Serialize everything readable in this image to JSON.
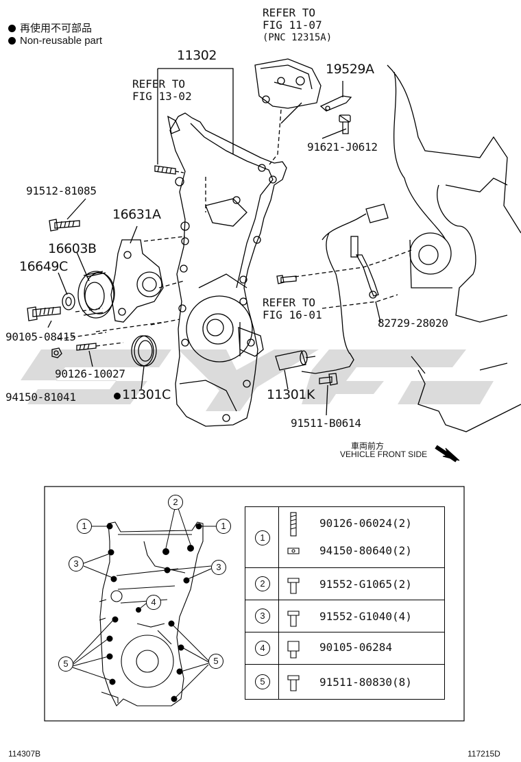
{
  "legend": {
    "line1": "再使用不可部品",
    "line2": "Non-reusable part"
  },
  "callouts": {
    "p11302": "11302",
    "refer_11_07_a": "REFER TO",
    "refer_11_07_b": "FIG 11-07",
    "refer_11_07_c": "(PNC 12315A)",
    "refer_13_02_a": "REFER TO",
    "refer_13_02_b": "FIG 13-02",
    "p19529A": "19529A",
    "p91621": "91621-J0612",
    "p91512": "91512-81085",
    "p16631A": "16631A",
    "p16603B": "16603B",
    "p16649C": "16649C",
    "refer_16_01_a": "REFER TO",
    "refer_16_01_b": "FIG 16-01",
    "p82729": "82729-28020",
    "p90105": "90105-08415",
    "p90126": "90126-10027",
    "p94150": "94150-81041",
    "p11301C": "11301C",
    "p11301K": "11301K",
    "p91511": "91511-B0614",
    "front_jp": "車両前方",
    "front_en": "VEHICLE FRONT SIDE"
  },
  "detail": {
    "marks": [
      "1",
      "2",
      "3",
      "4",
      "5"
    ],
    "table": [
      {
        "num": "1",
        "codes": [
          "90126-06024(2)",
          "94150-80640(2)"
        ]
      },
      {
        "num": "2",
        "codes": [
          "91552-G1065(2)"
        ]
      },
      {
        "num": "3",
        "codes": [
          "91552-G1040(4)"
        ]
      },
      {
        "num": "4",
        "codes": [
          "90105-06284"
        ]
      },
      {
        "num": "5",
        "codes": [
          "91511-80830(8)"
        ]
      }
    ]
  },
  "footer": {
    "left": "114307B",
    "right": "117215D"
  }
}
